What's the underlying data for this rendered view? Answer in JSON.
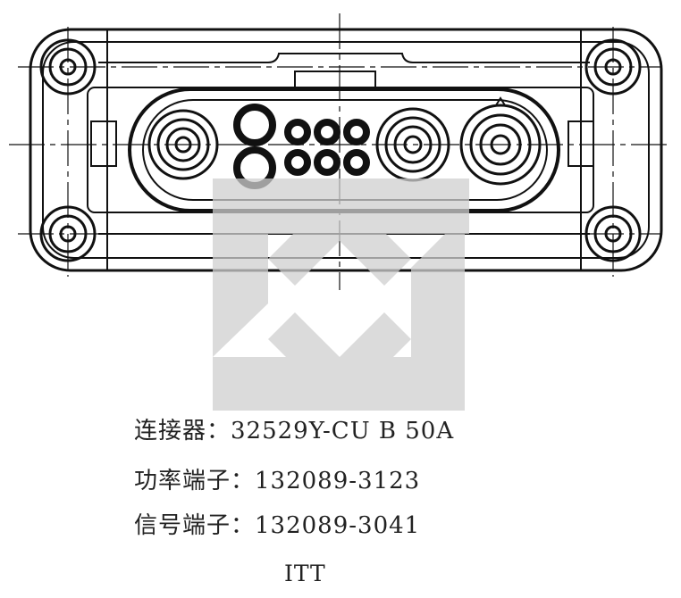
{
  "specs": {
    "connector": "连接器：32529Y-CU B 50A",
    "power_terminal": "功率端子：132089-3123",
    "signal_terminal": "信号端子：132089-3041"
  },
  "brand": "ITT",
  "colors": {
    "ink": "#111111",
    "watermark": "#cfcfcf"
  }
}
